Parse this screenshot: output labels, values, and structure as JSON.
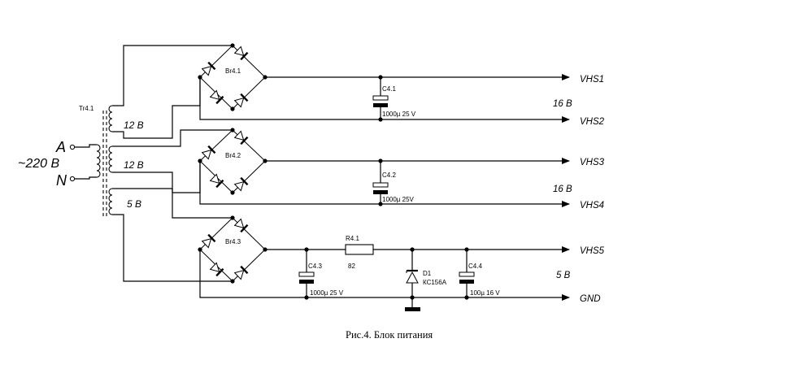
{
  "transformer": {
    "ref": "Tr4.1",
    "input_voltage": "~220 В",
    "terminal_a": "A",
    "terminal_n": "N",
    "winding_1": "12 В",
    "winding_2": "12 В",
    "winding_3": "5 В"
  },
  "bridges": {
    "br1": "Br4.1",
    "br2": "Br4.2",
    "br3": "Br4.3"
  },
  "capacitors": {
    "c1": {
      "ref": "C4.1",
      "value": "1000µ 25 V"
    },
    "c2": {
      "ref": "C4.2",
      "value": "1000µ 25V"
    },
    "c3": {
      "ref": "C4.3",
      "value": "1000µ 25 V"
    },
    "c4": {
      "ref": "C4.4",
      "value": "100µ 16 V"
    }
  },
  "resistor": {
    "ref": "R4.1",
    "value": "82"
  },
  "zener": {
    "ref": "D1",
    "part": "КС156А"
  },
  "outputs": {
    "vhs1": "VHS1",
    "vhs2": "VHS2",
    "vhs3": "VHS3",
    "vhs4": "VHS4",
    "vhs5": "VHS5",
    "gnd": "GND"
  },
  "voltage_labels": {
    "v1": "16 В",
    "v2": "16 В",
    "v3": "5 В"
  },
  "caption": "Рис.4. Блок питания"
}
